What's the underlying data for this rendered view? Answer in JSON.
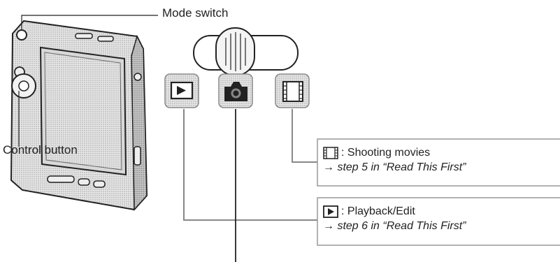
{
  "labels": {
    "mode_switch": "Mode switch",
    "control_button": "Control button"
  },
  "callouts": [
    {
      "id": "movie",
      "icon": "film-icon",
      "title": ": Shooting movies",
      "arrow": "→",
      "reference": "step 5 in “Read This First”"
    },
    {
      "id": "playback",
      "icon": "play-icon",
      "title": ": Playback/Edit",
      "arrow": "→",
      "reference": "step 6 in “Read This First”"
    }
  ],
  "mode_icons": [
    "play-icon",
    "camera-icon",
    "film-icon"
  ],
  "colors": {
    "ink": "#222222",
    "line": "#9a9a9a",
    "screen": "#cfcfcf",
    "shade": "#bdbdbd"
  }
}
